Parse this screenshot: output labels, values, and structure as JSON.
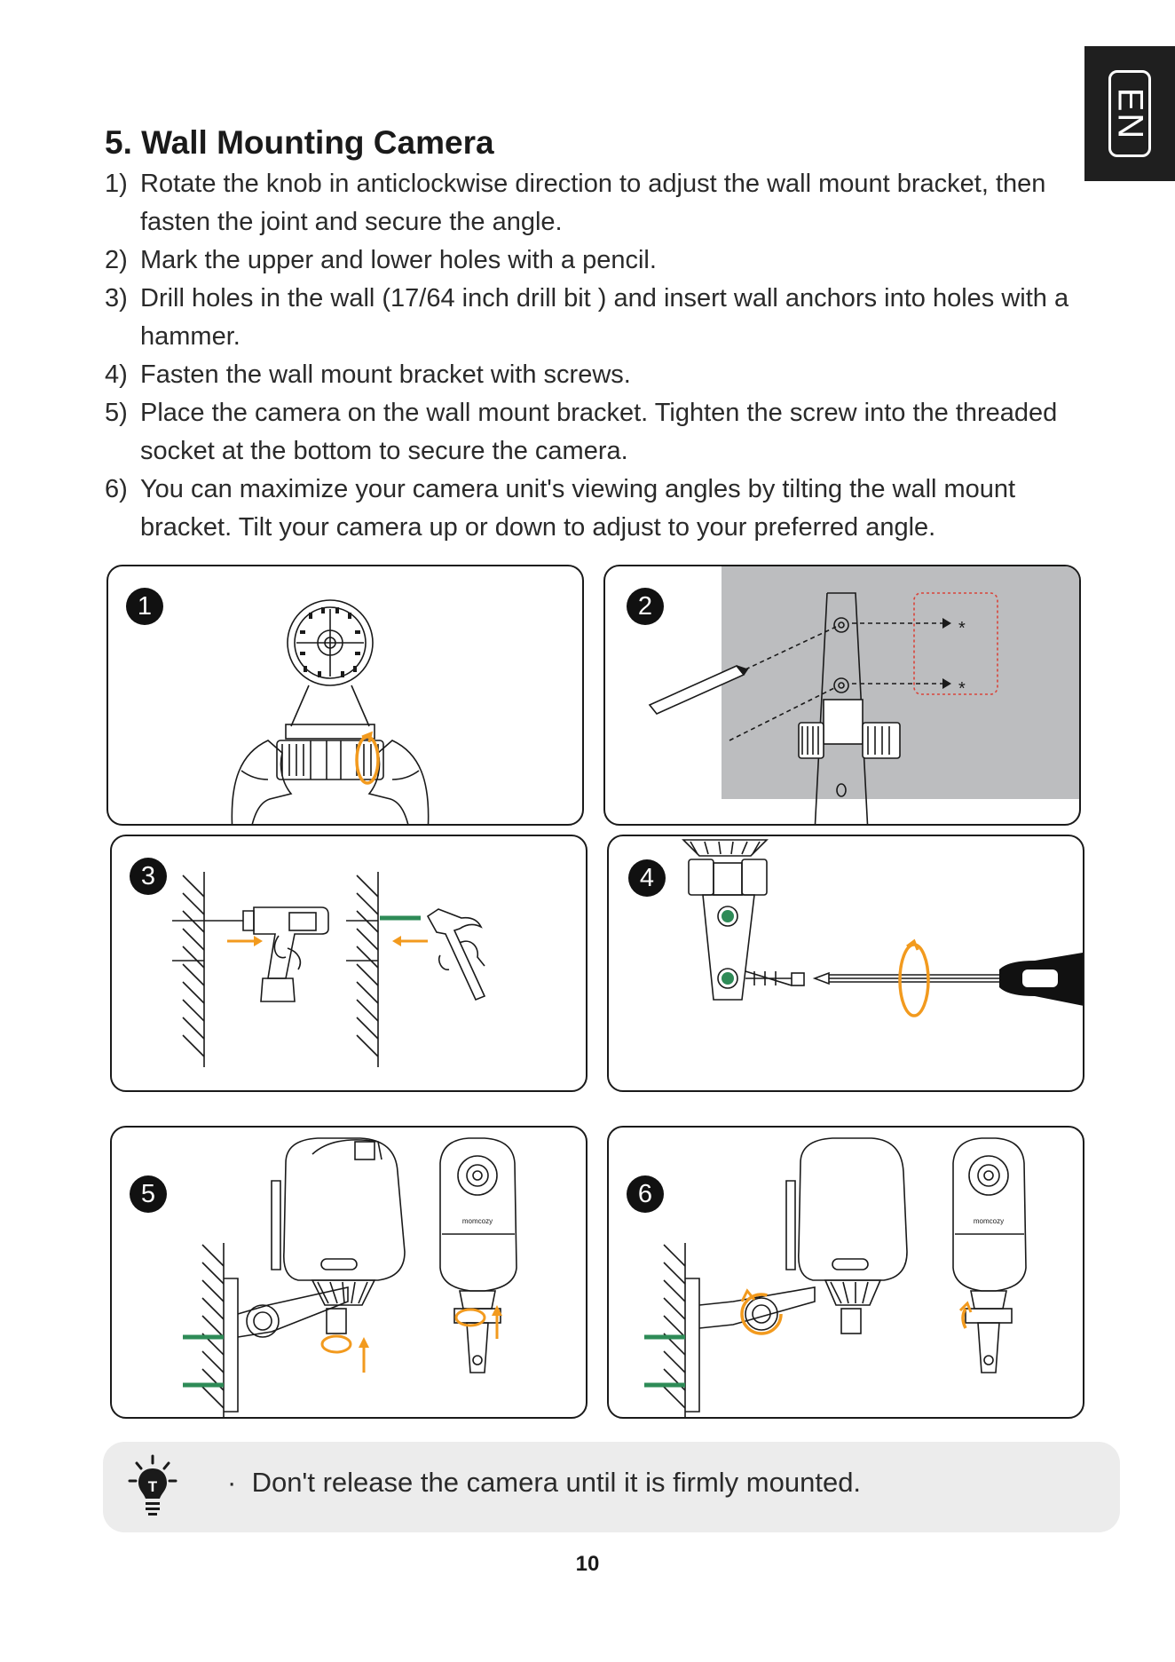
{
  "language_tab": "EN",
  "section_title": "5. Wall Mounting Camera",
  "steps": [
    {
      "num": "1)",
      "text": "Rotate the knob in anticlockwise direction to adjust the wall mount bracket, then fasten the joint and secure the angle."
    },
    {
      "num": "2)",
      "text": "Mark the upper and lower holes with a pencil."
    },
    {
      "num": "3)",
      "text": "Drill holes in the wall (17/64 inch drill bit ) and insert wall anchors into holes with a hammer."
    },
    {
      "num": "4)",
      "text": "Fasten the wall mount bracket with screws."
    },
    {
      "num": "5)",
      "text": "Place the camera on the wall mount bracket. Tighten the screw into the threaded socket at the bottom to secure the camera."
    },
    {
      "num": "6)",
      "text": "You can maximize your camera unit's viewing angles by tilting the wall mount bracket. Tilt your camera up or down to adjust to your preferred angle."
    }
  ],
  "figures": [
    {
      "marker": "1"
    },
    {
      "marker": "2",
      "mark_symbol": "*"
    },
    {
      "marker": "3"
    },
    {
      "marker": "4"
    },
    {
      "marker": "5",
      "camera_brand": "momcozy"
    },
    {
      "marker": "6",
      "camera_brand": "momcozy"
    }
  ],
  "tip": {
    "icon_letter": "T",
    "bullet": "·",
    "text": "Don't release the camera until it is firmly mounted."
  },
  "page_number": "10",
  "colors": {
    "accent_orange": "#f29a1e",
    "anchor_green": "#2e8b57",
    "marker_dark": "#111111",
    "wall_gray": "#bcbdbf",
    "mark_red": "#d9443a"
  }
}
